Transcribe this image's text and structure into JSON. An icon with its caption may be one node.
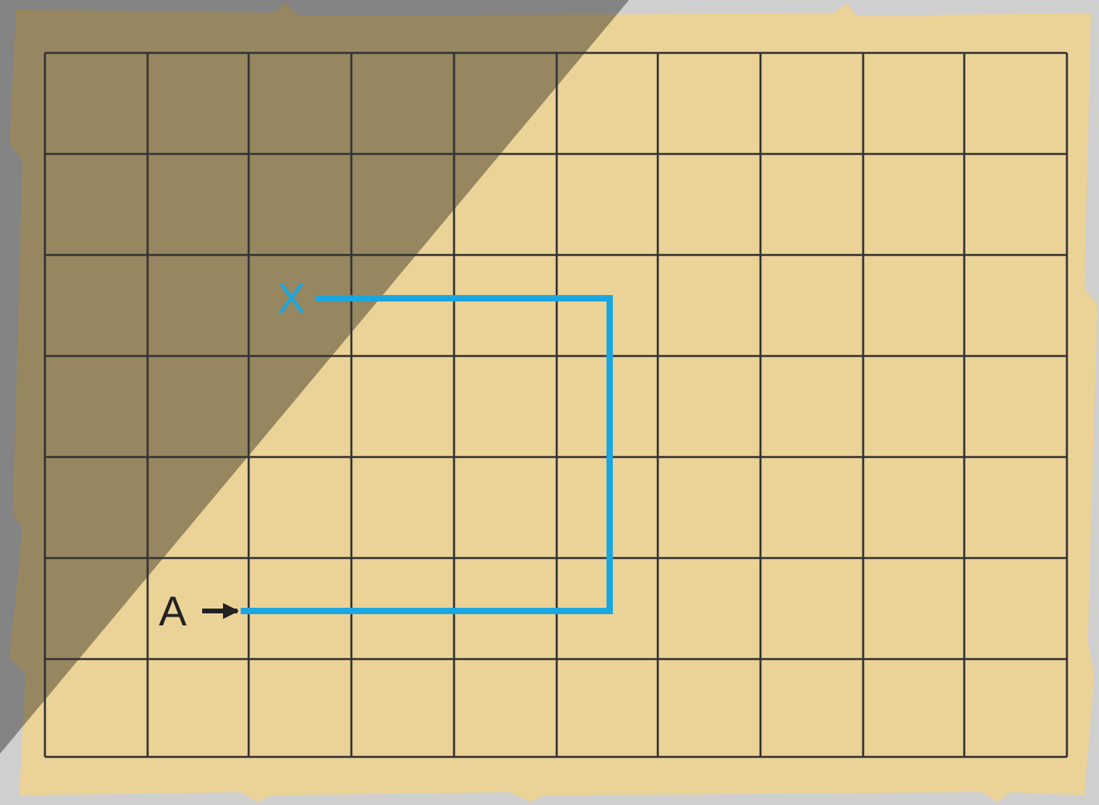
{
  "diagram": {
    "nodes": [
      {
        "text": [
          "A"
        ]
      },
      {
        "text": [
          "X"
        ]
      }
    ],
    "edges": [
      {
        "from": 0,
        "to": 1,
        "arrow": "none",
        "color": "#1aa7e0"
      }
    ]
  }
}
